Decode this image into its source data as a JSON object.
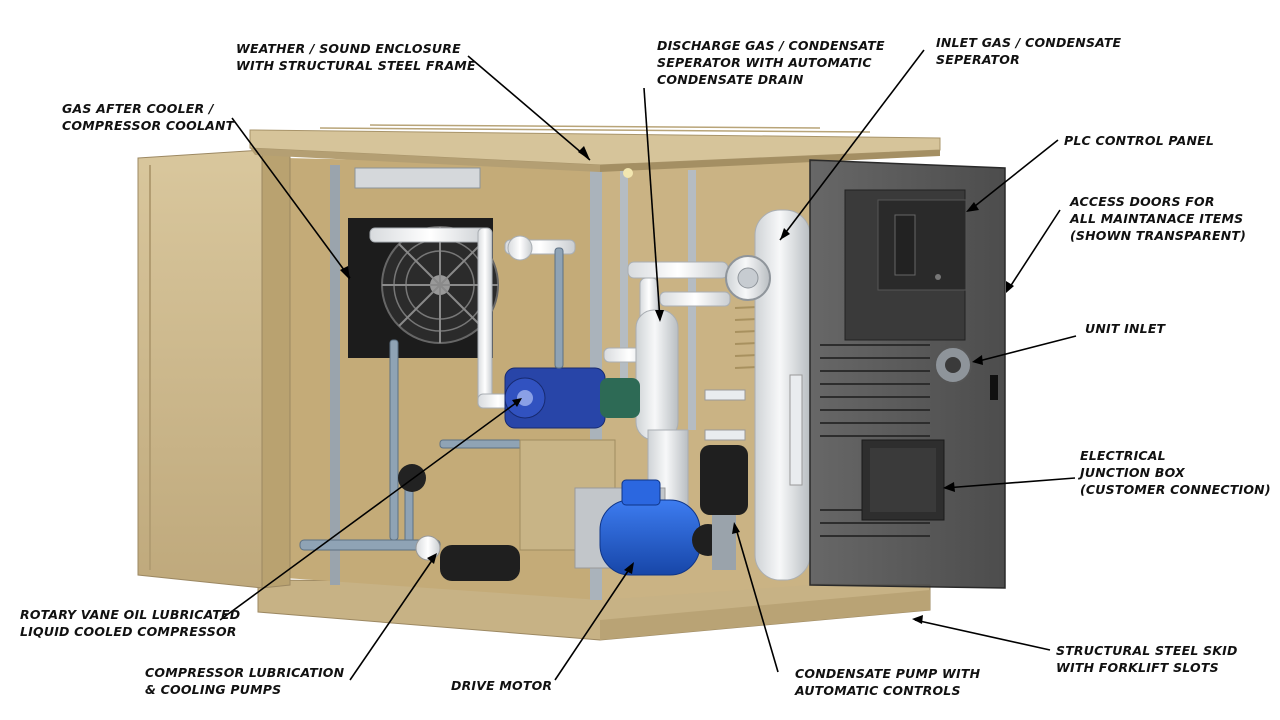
{
  "labels": [
    {
      "id": "enclosure",
      "lines": [
        "WEATHER / SOUND ENCLOSURE",
        "WITH STRUCTURAL STEEL FRAME"
      ]
    },
    {
      "id": "discharge-separator",
      "lines": [
        "DISCHARGE  GAS / CONDENSATE",
        "SEPERATOR WITH AUTOMATIC",
        "CONDENSATE DRAIN"
      ]
    },
    {
      "id": "inlet-separator",
      "lines": [
        "INLET GAS / CONDENSATE",
        "SEPERATOR"
      ]
    },
    {
      "id": "after-cooler",
      "lines": [
        "GAS AFTER COOLER /",
        "COMPRESSOR COOLANT"
      ]
    },
    {
      "id": "plc-panel",
      "lines": [
        "PLC CONTROL PANEL"
      ]
    },
    {
      "id": "access-doors",
      "lines": [
        "ACCESS DOORS FOR",
        "ALL MAINTANACE  ITEMS",
        "(SHOWN TRANSPARENT)"
      ]
    },
    {
      "id": "unit-inlet",
      "lines": [
        "UNIT INLET"
      ]
    },
    {
      "id": "junction-box",
      "lines": [
        "ELECTRICAL",
        "JUNCTION BOX",
        "(CUSTOMER CONNECTION)"
      ]
    },
    {
      "id": "compressor",
      "lines": [
        "ROTARY VANE OIL LUBRICATED",
        "LIQUID  COOLED COMPRESSOR"
      ]
    },
    {
      "id": "lube-pumps",
      "lines": [
        "COMPRESSOR LUBRICATION",
        "& COOLING PUMPS"
      ]
    },
    {
      "id": "drive-motor",
      "lines": [
        "DRIVE MOTOR"
      ]
    },
    {
      "id": "condensate-pump",
      "lines": [
        "CONDENSATE PUMP WITH",
        "AUTOMATIC CONTROLS"
      ]
    },
    {
      "id": "skid",
      "lines": [
        "STRUCTURAL STEEL SKID",
        "WITH FORKLIFT SLOTS"
      ]
    }
  ],
  "colors": {
    "enclosure_tan": "#cdb98f",
    "enclosure_shadow": "#a8946a",
    "interior": "#c9b07c",
    "pipe_white": "#eef0f2",
    "pipe_gray": "#8fa3b5",
    "compressor_blue": "#2845a8",
    "motor_blue": "#1f5fd6",
    "door_gray": "#4a4a4a",
    "panel_dark": "#3a3a3a",
    "fan_black": "#1c1c1c"
  }
}
